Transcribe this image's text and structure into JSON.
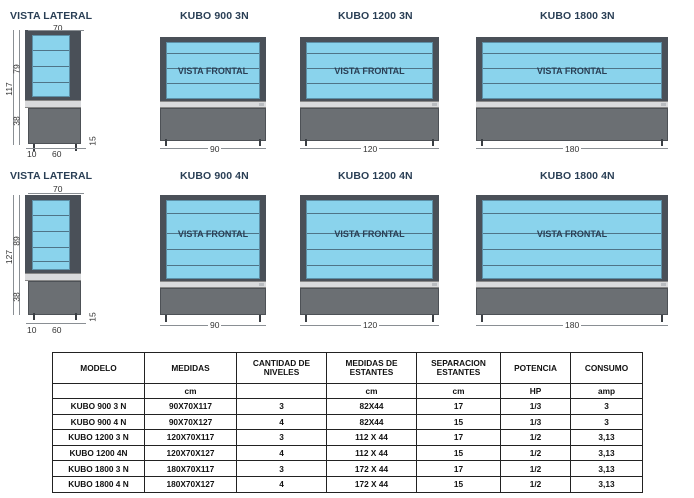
{
  "titles": {
    "lateral": "VISTA LATERAL",
    "row1": [
      "KUBO 900 3N",
      "KUBO 1200 3N",
      "KUBO 1800 3N"
    ],
    "row2": [
      "KUBO 900 4N",
      "KUBO 1200 4N",
      "KUBO 1800 4N"
    ]
  },
  "front_label": "VISTA FRONTAL",
  "dims": {
    "depth": "70",
    "heights_3n": {
      "total": "117",
      "top": "79",
      "bottom": "38"
    },
    "heights_4n": {
      "total": "127",
      "top": "89",
      "bottom": "38"
    },
    "foot": "15",
    "bottom_left": "10",
    "bottom_right": "60",
    "widths": [
      "90",
      "120",
      "180"
    ]
  },
  "table": {
    "headers": [
      "MODELO",
      "MEDIDAS",
      "CANTIDAD DE NIVELES",
      "MEDIDAS DE ESTANTES",
      "SEPARACION ESTANTES",
      "POTENCIA",
      "CONSUMO"
    ],
    "units": [
      "",
      "cm",
      "",
      "cm",
      "cm",
      "HP",
      "amp"
    ],
    "rows": [
      [
        "KUBO 900 3 N",
        "90X70X117",
        "3",
        "82X44",
        "17",
        "1/3",
        "3"
      ],
      [
        "KUBO 900 4 N",
        "90X70X127",
        "4",
        "82X44",
        "15",
        "1/3",
        "3"
      ],
      [
        "KUBO 1200 3 N",
        "120X70X117",
        "3",
        "112 X 44",
        "17",
        "1/2",
        "3,13"
      ],
      [
        "KUBO 1200 4N",
        "120X70X127",
        "4",
        "112 X 44",
        "15",
        "1/2",
        "3,13"
      ],
      [
        "KUBO 1800 3 N",
        "180X70X117",
        "3",
        "172 X 44",
        "17",
        "1/2",
        "3,13"
      ],
      [
        "KUBO 1800 4 N",
        "180X70X127",
        "4",
        "172 X 44",
        "15",
        "1/2",
        "3,13"
      ]
    ]
  },
  "colors": {
    "glass": "#8ad3ec",
    "frame": "#4a5058",
    "base": "#6b6f73",
    "title": "#2a3f55"
  }
}
